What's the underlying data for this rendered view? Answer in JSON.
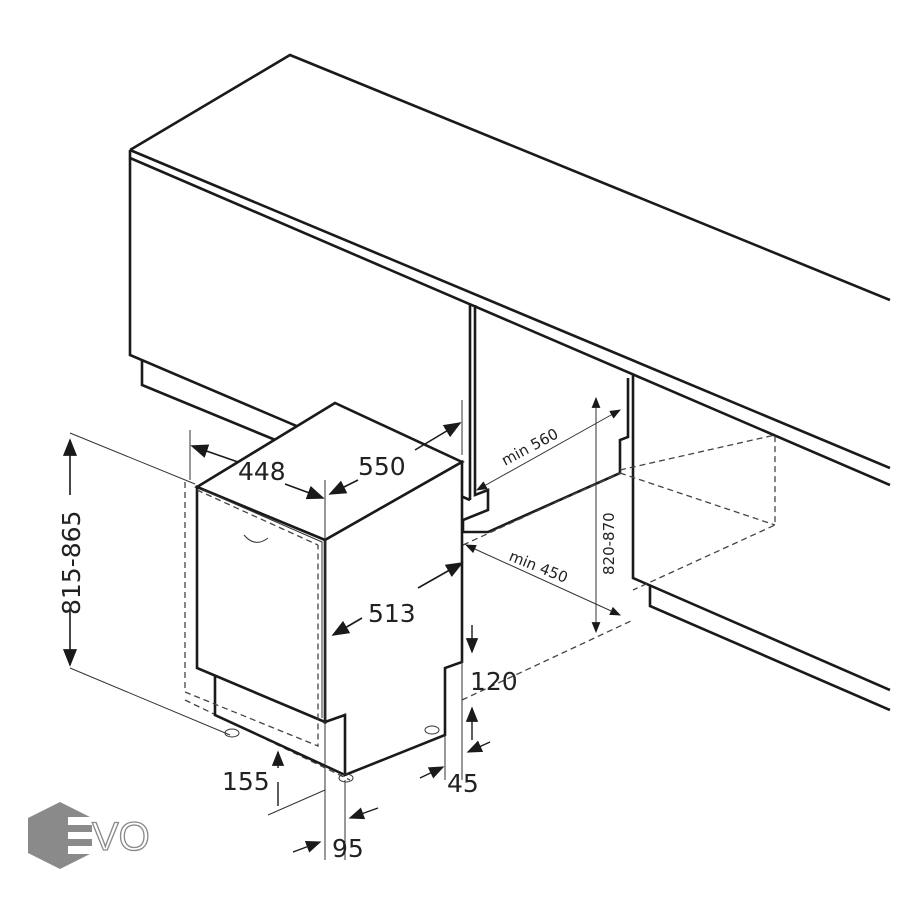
{
  "diagram": {
    "title": "Built-in dishwasher installation dimensions",
    "dimensions": {
      "height_range": "815-865",
      "width": "448",
      "depth": "550",
      "depth_door": "513",
      "niche_depth": "min 560",
      "niche_width": "min 450",
      "niche_height": "820-870",
      "plinth_height": "120",
      "door_bottom": "155",
      "plinth_setback": "45",
      "foot_offset": "95"
    }
  },
  "logo": {
    "text": "EVO",
    "color": "#8a8a8a"
  }
}
